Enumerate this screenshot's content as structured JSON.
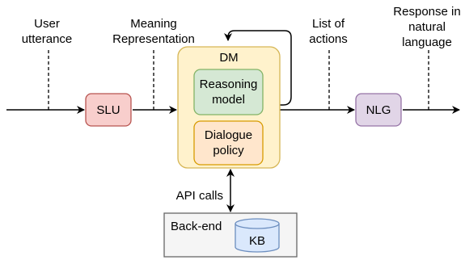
{
  "labels": {
    "user_1": "User",
    "user_2": "utterance",
    "mr_1": "Meaning",
    "mr_2": "Representation",
    "actions_1": "List of",
    "actions_2": "actions",
    "resp_1": "Response in",
    "resp_2": "natural",
    "resp_3": "language",
    "api": "API calls"
  },
  "nodes": {
    "slu": "SLU",
    "dm": "DM",
    "reasoning_1": "Reasoning",
    "reasoning_2": "model",
    "policy_1": "Dialogue",
    "policy_2": "policy",
    "nlg": "NLG",
    "backend": "Back-end",
    "kb": "KB"
  },
  "colors": {
    "slu_fill": "#f8cecc",
    "slu_stroke": "#b85450",
    "dm_fill": "#fff2cc",
    "dm_stroke": "#d6b656",
    "reasoning_fill": "#d5e8d4",
    "reasoning_stroke": "#82b366",
    "policy_fill": "#ffe6cc",
    "policy_stroke": "#d79b00",
    "nlg_fill": "#e1d5e7",
    "nlg_stroke": "#9673a6",
    "backend_fill": "#f5f5f5",
    "backend_stroke": "#666666",
    "kb_fill": "#dae8fc",
    "kb_stroke": "#6c8ebf"
  }
}
